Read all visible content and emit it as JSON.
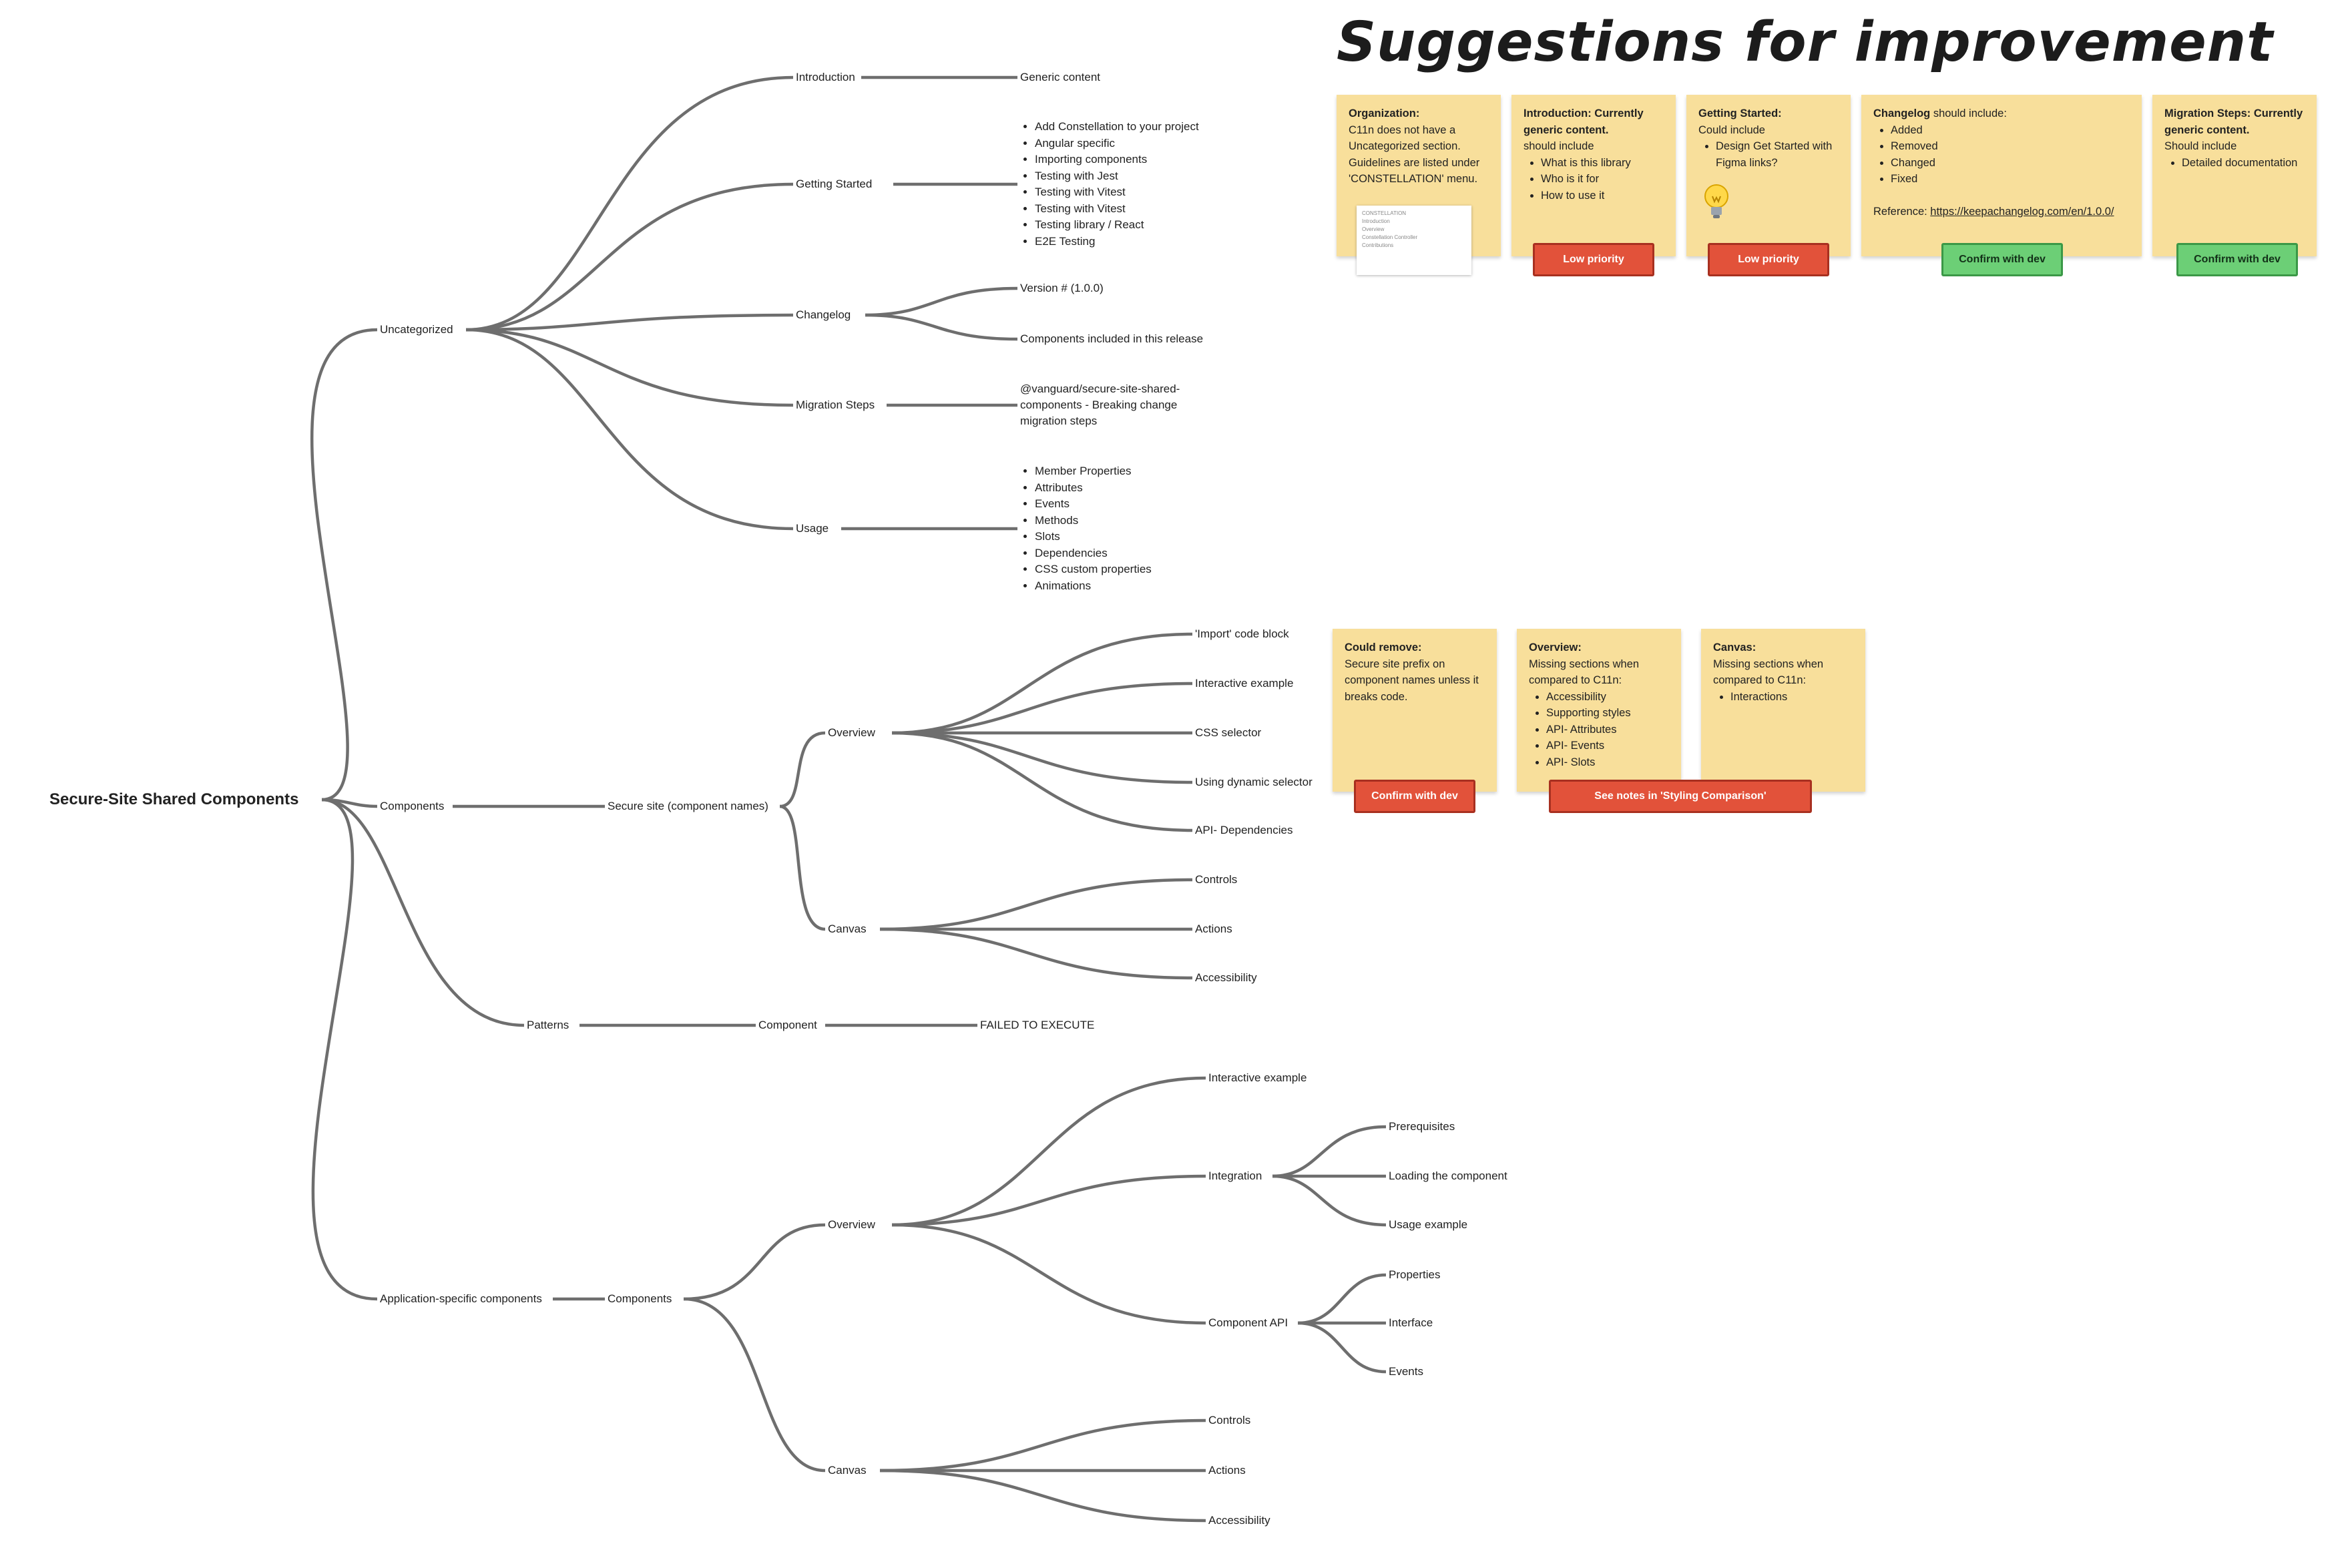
{
  "header": {
    "title": "Suggestions for improvement"
  },
  "mindmap": {
    "root": "Secure-Site Shared Components",
    "uncategorized": {
      "label": "Uncategorized",
      "introduction": {
        "label": "Introduction",
        "leaf": "Generic content"
      },
      "getting_started": {
        "label": "Getting Started",
        "items": [
          "Add Constellation to your project",
          "Angular specific",
          "Importing components",
          "Testing with Jest",
          "Testing with Vitest",
          "Testing with Vitest",
          "Testing library / React",
          "E2E Testing"
        ]
      },
      "changelog": {
        "label": "Changelog",
        "version": "Version # (1.0.0)",
        "components": "Components included in this release"
      },
      "migration_steps": {
        "label": "Migration Steps",
        "leaf": "@vanguard/secure-site-shared-components - Breaking change migration steps"
      },
      "usage": {
        "label": "Usage",
        "items": [
          "Member Properties",
          "Attributes",
          "Events",
          "Methods",
          "Slots",
          "Dependencies",
          "CSS custom properties",
          "Animations"
        ]
      }
    },
    "components": {
      "label": "Components",
      "secure_site": "Secure site (component names)",
      "overview": {
        "label": "Overview",
        "items": [
          "'Import' code block",
          "Interactive example",
          "CSS selector",
          "Using dynamic selector",
          "API- Dependencies"
        ]
      },
      "canvas": {
        "label": "Canvas",
        "items": [
          "Controls",
          "Actions",
          "Accessibility"
        ]
      }
    },
    "patterns": {
      "label": "Patterns",
      "component": "Component",
      "leaf": "FAILED TO EXECUTE"
    },
    "app_specific": {
      "label": "Application-specific components",
      "components": "Components",
      "overview": {
        "label": "Overview",
        "interactive": "Interactive example",
        "integration": {
          "label": "Integration",
          "items": [
            "Prerequisites",
            "Loading the component",
            "Usage example"
          ]
        },
        "component_api": {
          "label": "Component API",
          "items": [
            "Properties",
            "Interface",
            "Events"
          ]
        }
      },
      "canvas": {
        "label": "Canvas",
        "items": [
          "Controls",
          "Actions",
          "Accessibility"
        ]
      }
    }
  },
  "stickies": {
    "organization": {
      "heading": "Organization:",
      "body": "C11n does not have a Uncategorized section. Guidelines are listed under 'CONSTELLATION' menu.",
      "thumb_lines": [
        "CONSTELLATION",
        "Introduction",
        "Overview",
        "Constellation Controller",
        "Contributions"
      ]
    },
    "introduction": {
      "heading": "Introduction: Currently generic content.",
      "body": "should include",
      "items": [
        "What is this library",
        "Who is it for",
        "How to use it"
      ],
      "tag": "Low priority"
    },
    "getting_started": {
      "heading": "Getting Started:",
      "body": "Could include",
      "items": [
        "Design Get Started with Figma links?"
      ],
      "tag": "Low priority"
    },
    "changelog": {
      "heading": "Changelog",
      "heading_rest": " should include:",
      "items": [
        "Added",
        "Removed",
        "Changed",
        "Fixed"
      ],
      "ref_label": "Reference: ",
      "ref_link": "https://keepachangelog.com/en/1.0.0/",
      "tag": "Confirm with dev"
    },
    "migration": {
      "heading": "Migration Steps: Currently generic content.",
      "body": "Should include",
      "items": [
        "Detailed documentation"
      ],
      "tag": "Confirm with dev"
    },
    "could_remove": {
      "heading": "Could remove:",
      "body": "Secure site prefix on component names unless it breaks code.",
      "tag": "Confirm with dev"
    },
    "overview": {
      "heading": "Overview:",
      "body": "Missing sections when compared to C11n:",
      "items": [
        "Accessibility",
        "Supporting styles",
        "API- Attributes",
        "API- Events",
        "API- Slots"
      ],
      "tag": "See notes in 'Styling Comparison'"
    },
    "canvas": {
      "heading": "Canvas:",
      "body": "Missing sections when compared to C11n:",
      "items": [
        "Interactions"
      ]
    }
  },
  "colors": {
    "sticky": "#f8df9b",
    "tag_red": "#e2523a",
    "tag_green": "#6ccf76",
    "connector": "#6e6e6e"
  }
}
